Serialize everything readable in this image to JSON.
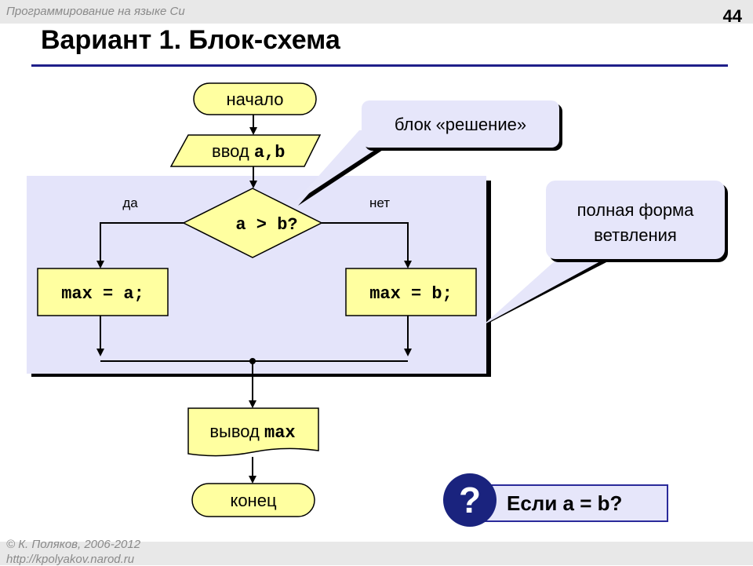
{
  "header": {
    "course": "Программирование на языке Си",
    "slide_number": "44",
    "title": "Вариант 1. Блок-схема"
  },
  "footer": {
    "copyright": "© К. Поляков, 2006-2012",
    "site": "http://kpolyakov.narod.ru"
  },
  "flowchart": {
    "start": "начало",
    "input_prefix": "ввод ",
    "input_vars": "a,b",
    "condition": "a > b?",
    "yes": "да",
    "no": "нет",
    "assign_a": "max = a;",
    "assign_b": "max = b;",
    "output_prefix": "вывод ",
    "output_var": "max",
    "end": "конец"
  },
  "callouts": {
    "decision": "блок «решение»",
    "branch_line1": "полная форма",
    "branch_line2": "ветвления"
  },
  "question": {
    "mark": "?",
    "text": "Если  a = b?"
  },
  "colors": {
    "shape_fill": "#ffffa0",
    "region_fill": "#e4e4fa",
    "callout_fill": "#e6e6fa",
    "accent": "#1a237e"
  }
}
